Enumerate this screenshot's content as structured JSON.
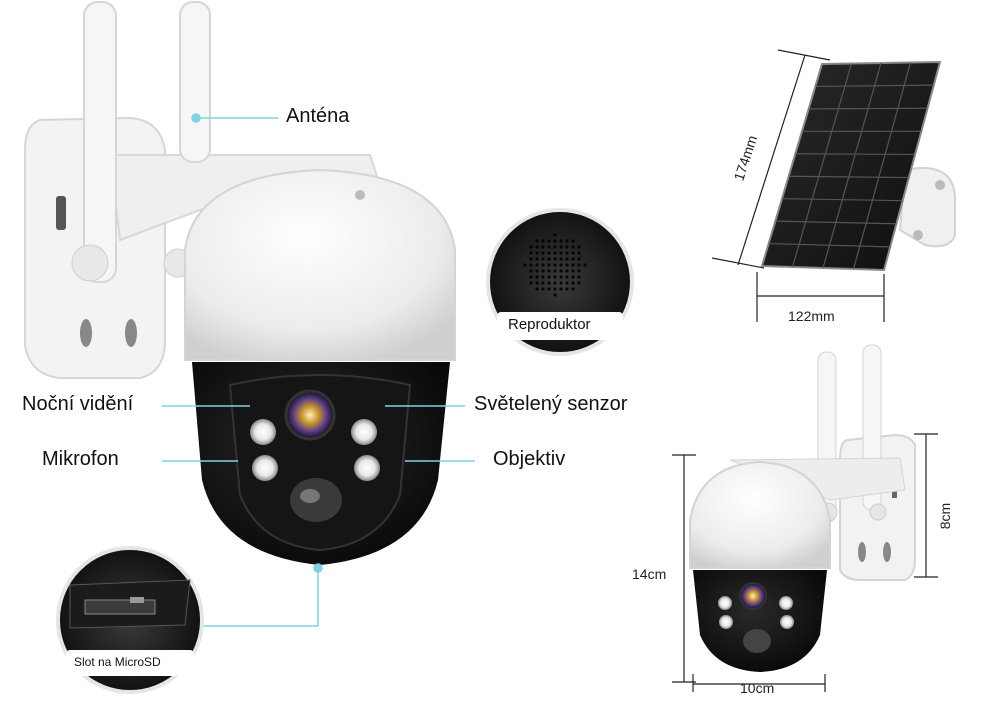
{
  "callouts": {
    "antenna": "Anténa",
    "night_vision": "Noční vidění",
    "microphone": "Mikrofon",
    "light_sensor": "Světelený senzor",
    "lens": "Objektiv",
    "speaker": "Reproduktor",
    "microsd_slot": "Slot na MicroSD"
  },
  "dimensions": {
    "panel_height": "174mm",
    "panel_width": "122mm",
    "camera_height": "14cm",
    "camera_width": "10cm",
    "mount_height": "8cm"
  },
  "colors": {
    "leader_line": "#7fd3e0",
    "camera_white": "#f4f4f4",
    "camera_black": "#111111",
    "panel_dark": "#1c1c1c"
  }
}
